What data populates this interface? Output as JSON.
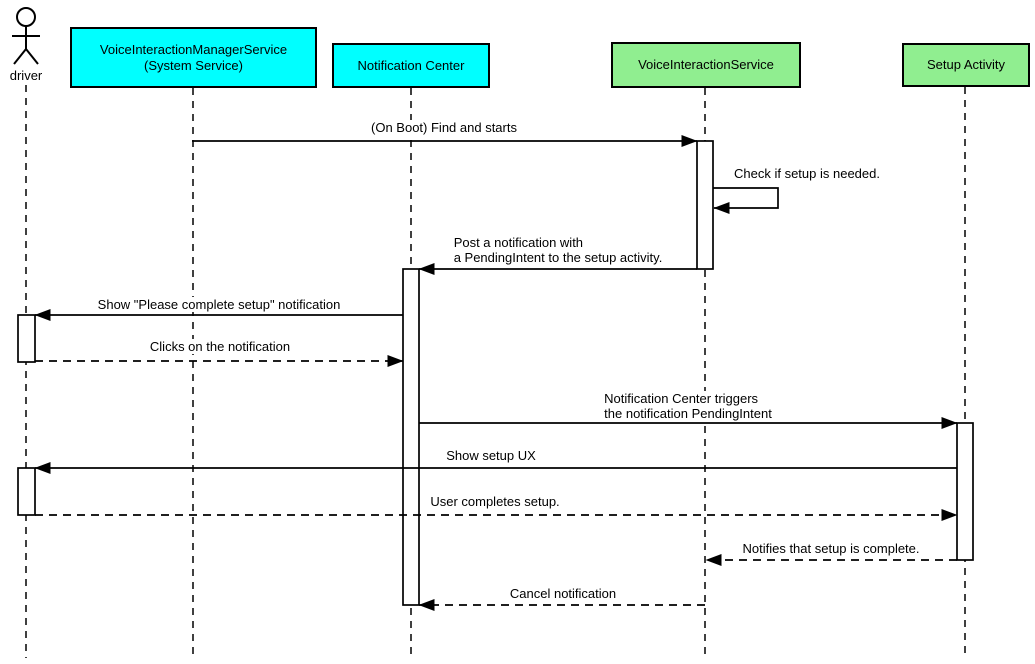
{
  "diagram": {
    "type": "uml-sequence-diagram",
    "colors": {
      "participant_cyan": "#00FFFF",
      "participant_green": "#90EE90",
      "line": "#000000",
      "background": "#FFFFFF"
    },
    "actors": [
      {
        "id": "driver",
        "kind": "actor",
        "label": "driver"
      },
      {
        "id": "vims",
        "kind": "participant",
        "label": "VoiceInteractionManagerService\n(System Service)",
        "color": "#00FFFF"
      },
      {
        "id": "nc",
        "kind": "participant",
        "label": "Notification Center",
        "color": "#00FFFF"
      },
      {
        "id": "vis",
        "kind": "participant",
        "label": "VoiceInteractionService",
        "color": "#90EE90"
      },
      {
        "id": "sa",
        "kind": "participant",
        "label": "Setup Activity",
        "color": "#90EE90"
      }
    ],
    "messages": [
      {
        "from": "vims",
        "to": "vis",
        "style": "solid",
        "label": "(On Boot) Find and starts"
      },
      {
        "from": "vis",
        "to": "vis",
        "style": "solid",
        "label": "Check if setup is needed."
      },
      {
        "from": "vis",
        "to": "nc",
        "style": "solid",
        "label": "Post a notification with\na PendingIntent to the setup activity."
      },
      {
        "from": "nc",
        "to": "driver",
        "style": "solid",
        "label": "Show \"Please complete setup\" notification"
      },
      {
        "from": "driver",
        "to": "nc",
        "style": "dashed",
        "label": "Clicks on the notification"
      },
      {
        "from": "nc",
        "to": "sa",
        "style": "solid",
        "label": "Notification Center triggers\nthe notification PendingIntent"
      },
      {
        "from": "sa",
        "to": "driver",
        "style": "solid",
        "label": "Show setup UX"
      },
      {
        "from": "driver",
        "to": "sa",
        "style": "dashed",
        "label": "User completes setup."
      },
      {
        "from": "sa",
        "to": "vis",
        "style": "dashed",
        "label": "Notifies that setup is complete."
      },
      {
        "from": "vis",
        "to": "nc",
        "style": "dashed",
        "label": "Cancel notification"
      }
    ]
  }
}
